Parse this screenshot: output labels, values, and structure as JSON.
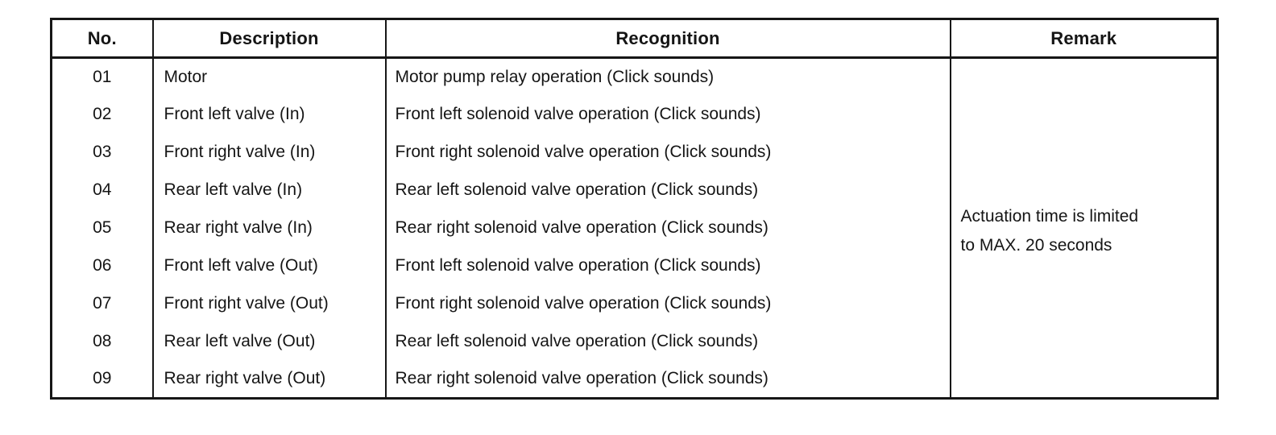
{
  "table": {
    "headers": {
      "no": "No.",
      "description": "Description",
      "recognition": "Recognition",
      "remark": "Remark"
    },
    "rows": [
      {
        "no": "01",
        "description": "Motor",
        "recognition": "Motor pump relay operation (Click sounds)"
      },
      {
        "no": "02",
        "description": "Front left valve (In)",
        "recognition": "Front left solenoid valve operation (Click sounds)"
      },
      {
        "no": "03",
        "description": "Front right valve (In)",
        "recognition": "Front right solenoid valve operation (Click sounds)"
      },
      {
        "no": "04",
        "description": "Rear left valve (In)",
        "recognition": "Rear left solenoid valve operation (Click sounds)"
      },
      {
        "no": "05",
        "description": "Rear right valve (In)",
        "recognition": "Rear right solenoid valve operation (Click sounds)"
      },
      {
        "no": "06",
        "description": "Front left valve (Out)",
        "recognition": "Front left solenoid valve operation (Click sounds)"
      },
      {
        "no": "07",
        "description": "Front right valve (Out)",
        "recognition": "Front right solenoid valve operation (Click sounds)"
      },
      {
        "no": "08",
        "description": "Rear left valve (Out)",
        "recognition": "Rear left solenoid valve operation (Click sounds)"
      },
      {
        "no": "09",
        "description": "Rear right valve (Out)",
        "recognition": "Rear right solenoid valve operation (Click sounds)"
      }
    ],
    "remark_lines": {
      "line1": "Actuation time is limited",
      "line2": "to MAX. 20 seconds"
    },
    "colors": {
      "border": "#161616",
      "text": "#151515",
      "background": "#ffffff"
    }
  }
}
